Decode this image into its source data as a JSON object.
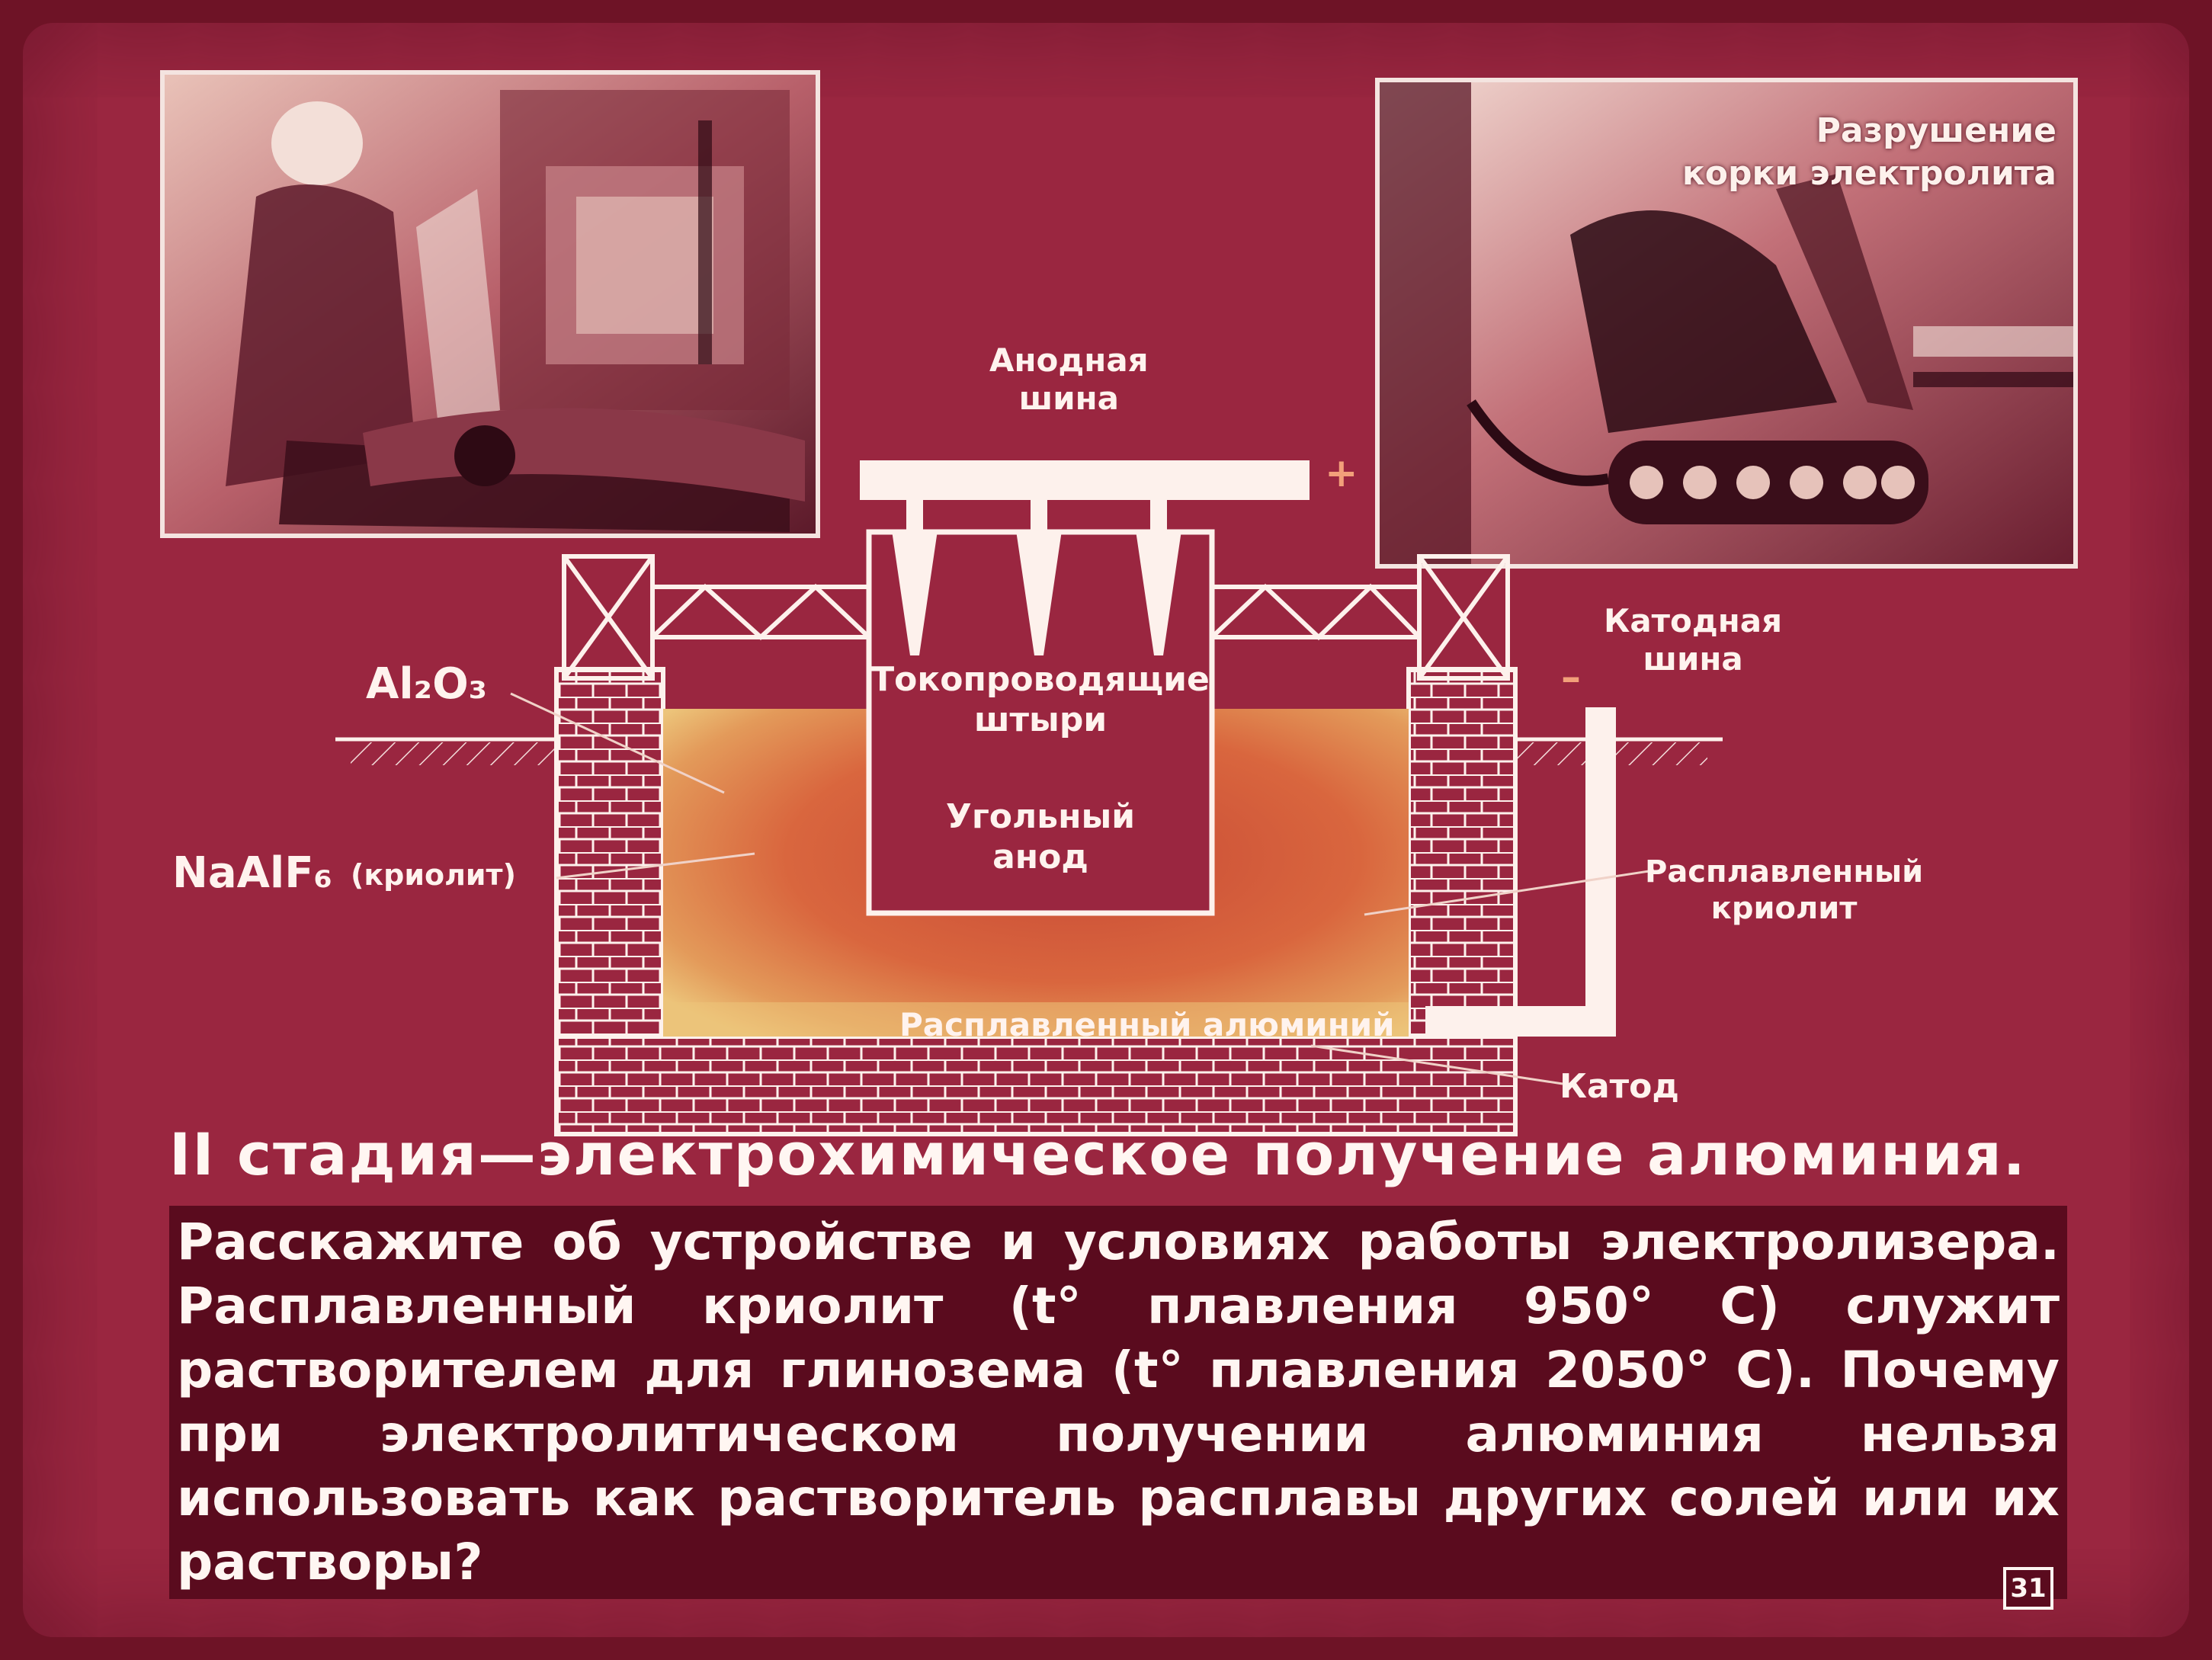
{
  "labels": {
    "anode_bus": "Анодная\nшина",
    "plus_sign": "+",
    "minus_sign": "–",
    "cathode_bus": "Катодная\nшина",
    "al2o3": "Al₂O₃",
    "naalf6": "NaAlF₆",
    "cryolite_note": "(криолит)",
    "current_pins": "Токопроводящие\nштыри",
    "carbon_anode": "Угольный\nанод",
    "molten_cryolite": "Расплавленный\nкриолит",
    "molten_aluminium": "Расплавленный алюминий",
    "cathode": "Катод"
  },
  "photo_right_caption": "Разрушение\nкорки электролита",
  "heading": "II стадия—электрохимическое получение алюминия.",
  "body": "Расскажите об устройстве и условиях работы электролизера. Расплавленный криолит (t° плавления 950° С) служит растворителем для глинозема (t° плавления 2050° С). Почему при электролитическом получении алюминия нельзя использовать как растворитель расплавы других солей или их растворы?",
  "page_number": "31",
  "colors": {
    "background": "#9a2640",
    "outline": "#fdf1ec",
    "melt": "#d9663e",
    "melt_edge": "#e8b46a",
    "text_band": "#5a0b1e"
  }
}
